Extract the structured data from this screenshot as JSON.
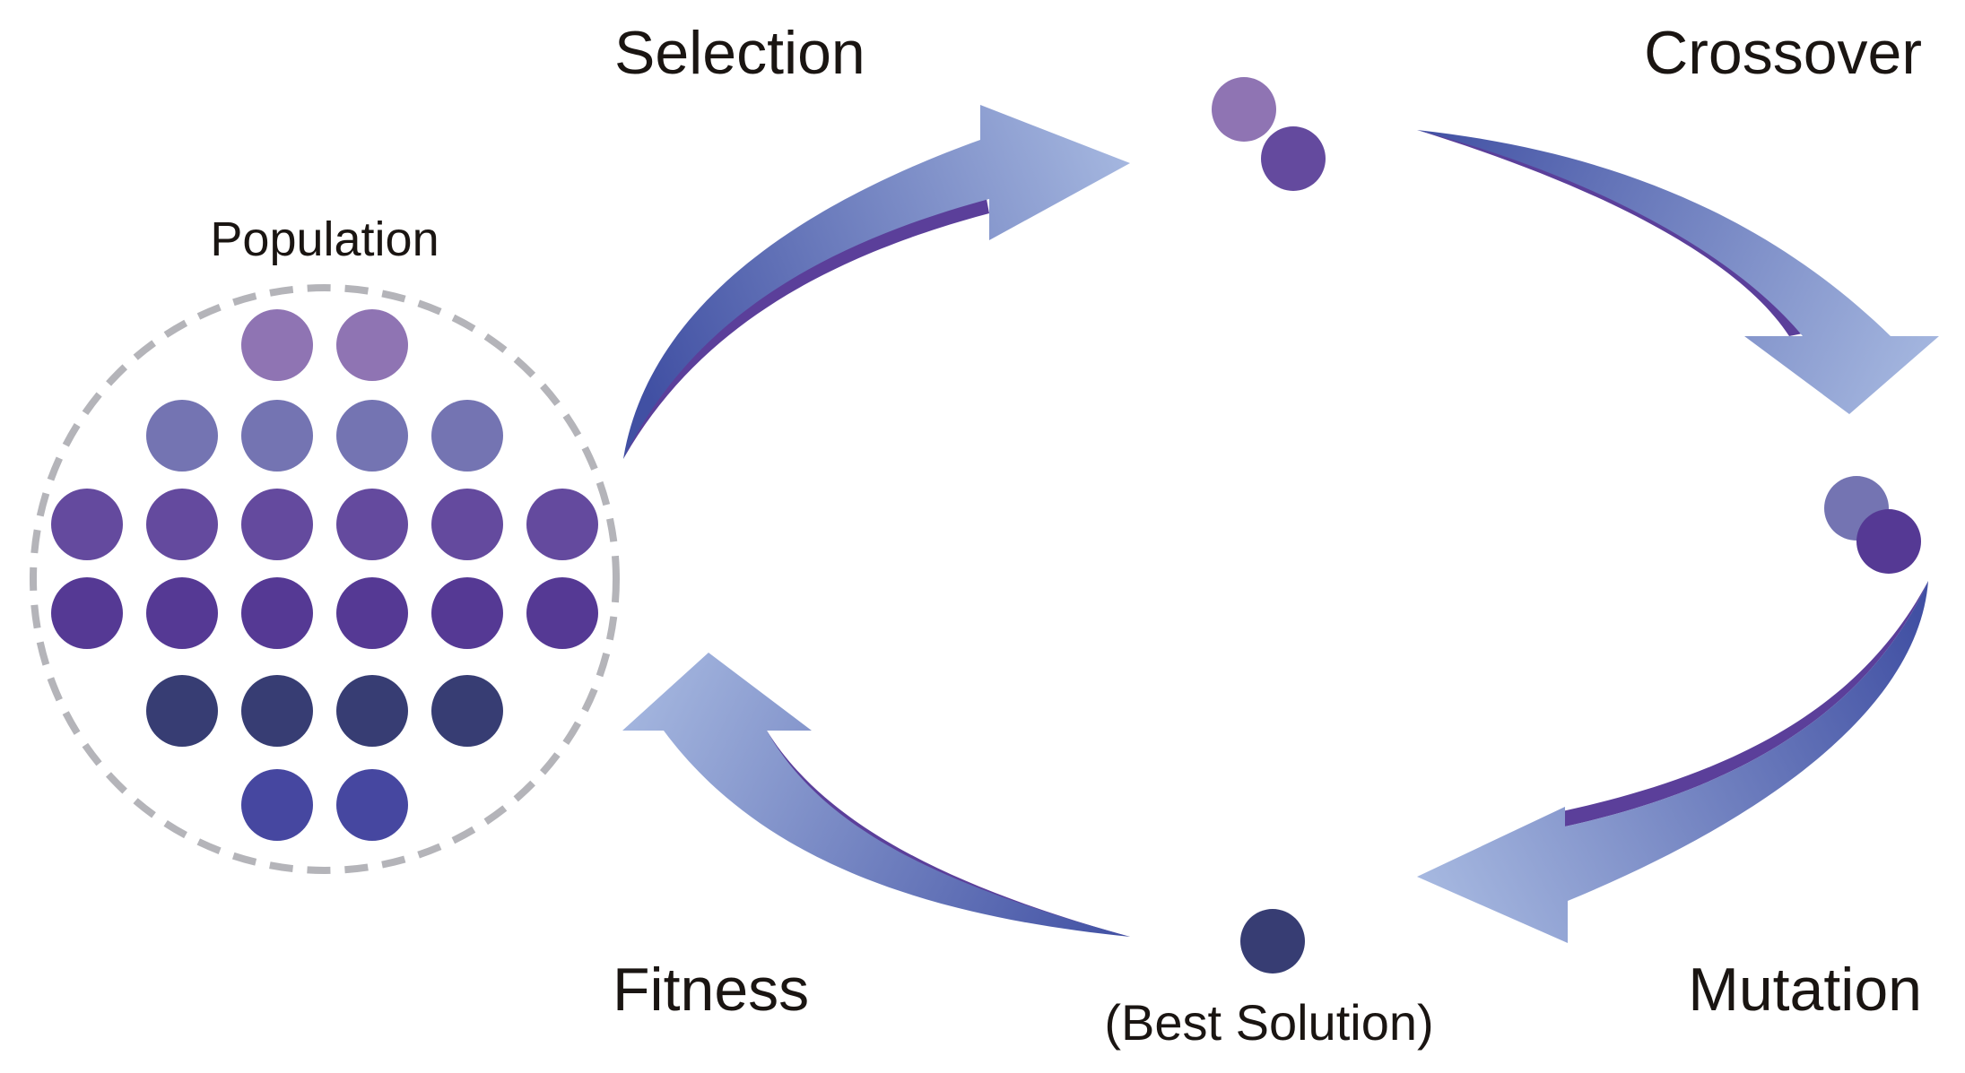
{
  "labels": {
    "selection": "Selection",
    "crossover": "Crossover",
    "mutation": "Mutation",
    "fitness": "Fitness",
    "population": "Population",
    "best_solution": "(Best Solution)"
  },
  "colors": {
    "light_purple": "#8f74b3",
    "lavender_blue": "#7474b2",
    "medium_purple": "#644a9e",
    "deep_purple": "#553994",
    "dark_navy": "#373d73",
    "royal_blue": "#4647a0",
    "arrow_dark": "#4150a3",
    "arrow_light": "#a2b5df",
    "arrow_rim": "#5b3f9a",
    "dash_ring": "#b4b4b9"
  },
  "population": {
    "rows": [
      [
        "light_purple",
        "light_purple"
      ],
      [
        "lavender_blue",
        "lavender_blue",
        "lavender_blue",
        "lavender_blue"
      ],
      [
        "medium_purple",
        "medium_purple",
        "medium_purple",
        "medium_purple",
        "medium_purple",
        "medium_purple"
      ],
      [
        "deep_purple",
        "deep_purple",
        "deep_purple",
        "deep_purple",
        "deep_purple",
        "deep_purple"
      ],
      [
        "dark_navy",
        "dark_navy",
        "dark_navy",
        "dark_navy"
      ],
      [
        "royal_blue",
        "royal_blue"
      ]
    ]
  },
  "selected_pair": [
    "light_purple",
    "medium_purple"
  ],
  "crossover_pair": [
    "lavender_blue",
    "deep_purple"
  ],
  "best_individual": "dark_navy"
}
